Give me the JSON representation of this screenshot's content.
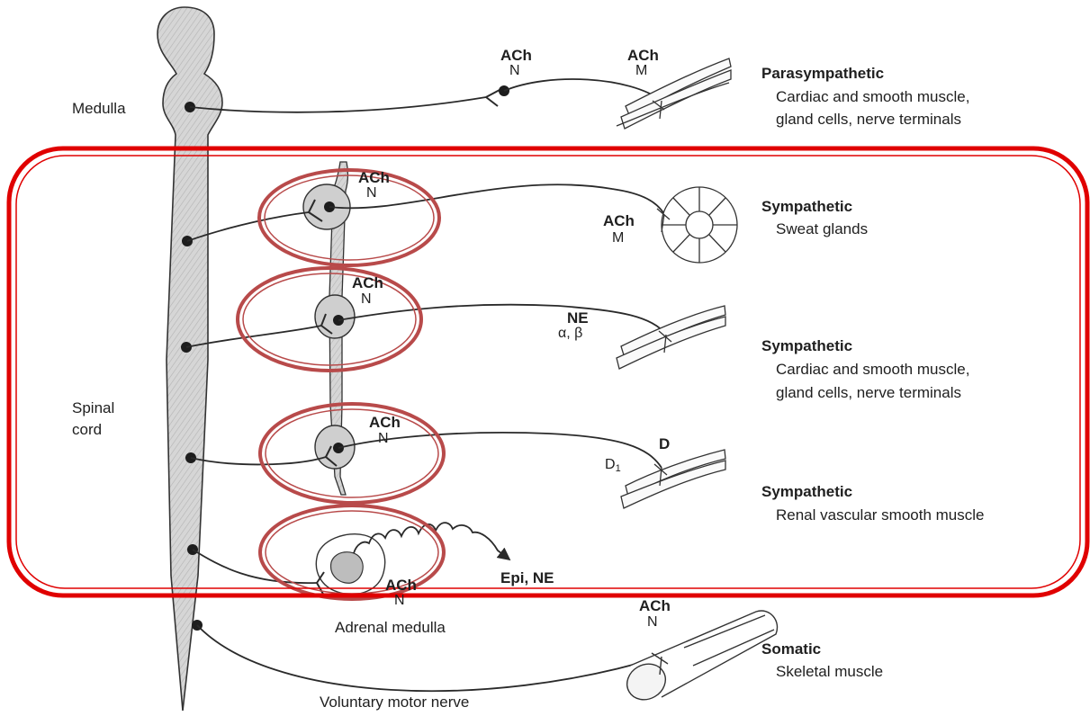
{
  "regions": {
    "medulla": "Medulla",
    "spinal_cord": "Spinal cord",
    "adrenal_medulla": "Adrenal medulla",
    "voluntary_motor_nerve": "Voluntary motor nerve"
  },
  "pathways": [
    {
      "title": "Parasympathetic",
      "desc1": "Cardiac and smooth muscle,",
      "desc2": "gland cells, nerve terminals",
      "ganglion_nt": "ACh",
      "ganglion_rec": "N",
      "target_nt": "ACh",
      "target_rec": "M"
    },
    {
      "title": "Sympathetic",
      "desc1": "Sweat glands",
      "ganglion_nt": "ACh",
      "ganglion_rec": "N",
      "target_nt": "ACh",
      "target_rec": "M"
    },
    {
      "title": "Sympathetic",
      "desc1": "Cardiac and smooth muscle,",
      "desc2": "gland cells, nerve terminals",
      "ganglion_nt": "ACh",
      "ganglion_rec": "N",
      "target_nt": "NE",
      "target_rec": "α, β"
    },
    {
      "title": "Sympathetic",
      "desc1": "Renal vascular smooth muscle",
      "ganglion_nt": "ACh",
      "ganglion_rec": "N",
      "target_nt": "D",
      "target_rec": "D",
      "target_rec_sub": "1"
    },
    {
      "ganglion_nt": "ACh",
      "ganglion_rec": "N",
      "release": "Epi, NE"
    },
    {
      "title": "Somatic",
      "desc1": "Skeletal muscle",
      "target_nt": "ACh",
      "target_rec": "N"
    }
  ],
  "colors": {
    "line": "#2a2a2a",
    "cord_fill": "#d4d4d4",
    "highlight_ellipse": "#b84a4a",
    "highlight_box": "#e00000"
  }
}
